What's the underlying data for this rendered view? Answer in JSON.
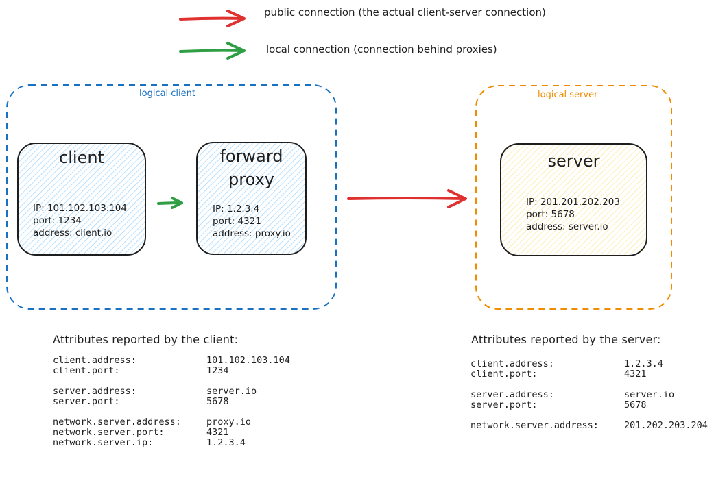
{
  "legend": [
    {
      "label": "public connection (the actual client-server connection)",
      "color": "#e03131"
    },
    {
      "label": "local connection (connection behind proxies)",
      "color": "#2f9e44"
    }
  ],
  "groups": {
    "logical_client": {
      "label": "logical client",
      "color": "#1971c2"
    },
    "logical_server": {
      "label": "logical server",
      "color": "#f08c00"
    }
  },
  "nodes": {
    "client": {
      "title": "client",
      "ip": "IP: 101.102.103.104",
      "port": "port: 1234",
      "address": "address: client.io",
      "fill": "#a5d8ff"
    },
    "proxy": {
      "title_line1": "forward",
      "title_line2": "proxy",
      "ip": "IP: 1.2.3.4",
      "port": "port: 4321",
      "address": "address: proxy.io",
      "fill": "#a5d8ff"
    },
    "server": {
      "title": "server",
      "ip": "IP: 201.201.202.203",
      "port": "port: 5678",
      "address": "address: server.io",
      "fill": "#ffec99"
    }
  },
  "client_attrs": {
    "heading": "Attributes reported by the client:",
    "groups": [
      [
        {
          "key": "client.address:",
          "value": "101.102.103.104"
        },
        {
          "key": "client.port:",
          "value": "1234"
        }
      ],
      [
        {
          "key": "server.address:",
          "value": "server.io"
        },
        {
          "key": "server.port:",
          "value": "5678"
        }
      ],
      [
        {
          "key": "network.server.address:",
          "value": "proxy.io"
        },
        {
          "key": "network.server.port:",
          "value": "4321"
        },
        {
          "key": "network.server.ip:",
          "value": "1.2.3.4"
        }
      ]
    ]
  },
  "server_attrs": {
    "heading": "Attributes reported by the server:",
    "groups": [
      [
        {
          "key": "client.address:",
          "value": "1.2.3.4"
        },
        {
          "key": "client.port:",
          "value": "4321"
        }
      ],
      [
        {
          "key": "server.address:",
          "value": "server.io"
        },
        {
          "key": "server.port:",
          "value": "5678"
        }
      ],
      [
        {
          "key": "network.server.address:",
          "value": "201.202.203.204"
        }
      ]
    ]
  }
}
